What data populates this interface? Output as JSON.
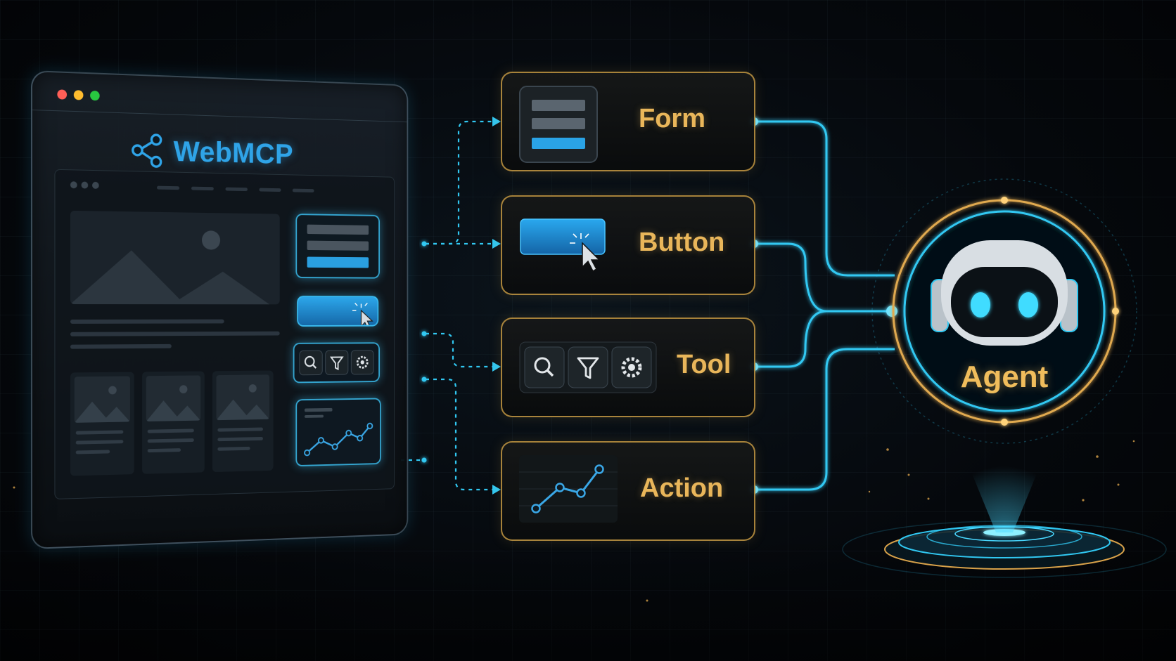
{
  "brand": {
    "name": "WebMCP",
    "icon": "share-nodes-icon"
  },
  "components": [
    {
      "label": "Form",
      "icon": "form-fields-icon"
    },
    {
      "label": "Button",
      "icon": "button-cursor-icon"
    },
    {
      "label": "Tool",
      "icon": "search-filter-gear-icon"
    },
    {
      "label": "Action",
      "icon": "line-graph-icon"
    }
  ],
  "agent": {
    "label": "Agent",
    "icon": "robot-head-icon"
  },
  "colors": {
    "accent_cyan": "#31c8f2",
    "accent_gold": "#e9b65a",
    "brand_blue": "#2fa4e8",
    "window_close": "#ff5f57",
    "window_minimize": "#febc2e",
    "window_maximize": "#28c840"
  }
}
